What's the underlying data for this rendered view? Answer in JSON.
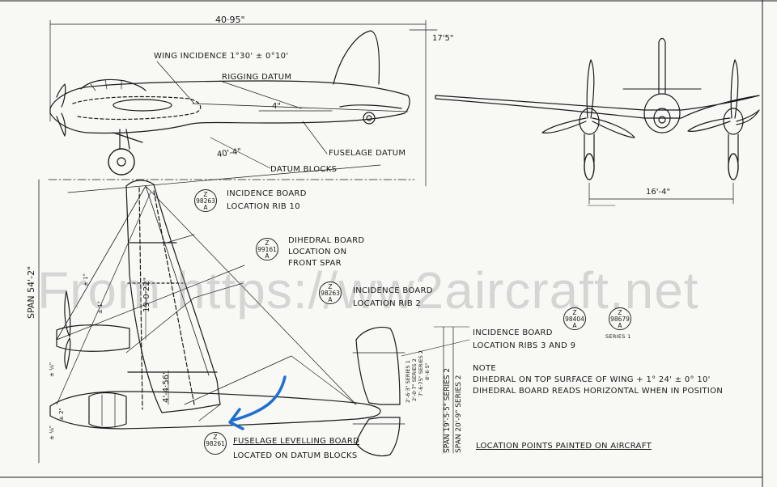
{
  "dimensions": {
    "overall_length": "40·95\"",
    "height": "17'5\"",
    "datum_length": "40'-4\"",
    "rigging_offset": "4\"",
    "track": "16'-4\"",
    "span": "SPAN 54'-2\"",
    "half_span_chord": "19-0·22\"",
    "inner_offset": "4'-4·56\"",
    "tail_span_s2": "SPAN 19'-5·5\" SERIES 2",
    "tail_span_s1": "SPAN 20'-9\" SERIES 2",
    "tail_small_1": "2'-6·3\" SERIES 1",
    "tail_small_2": "2'-0·7\" SERIES 2",
    "tail_small_3": "7'-6·75\" SERIES 2",
    "tail_small_4": "8'-6·5\"",
    "wing_root_1": "± 1°",
    "wing_root_2": "± 1°",
    "side_small_1": "± ¼\"",
    "side_small_2": "± ¼\"",
    "side_small_3": "± 2\""
  },
  "labels": {
    "wing_incidence": "WING INCIDENCE 1°30' ± 0°10'",
    "rigging_datum": "RIGGING DATUM",
    "fuselage_datum": "FUSELAGE DATUM",
    "datum_blocks": "DATUM BLOCKS",
    "incidence_rib10_l1": "INCIDENCE BOARD",
    "incidence_rib10_l2": "LOCATION RIB 10",
    "dihedral_l1": "DIHEDRAL BOARD",
    "dihedral_l2": "LOCATION ON",
    "dihedral_l3": "FRONT SPAR",
    "incidence_rib2_l1": "INCIDENCE BOARD",
    "incidence_rib2_l2": "LOCATION RIB 2",
    "incidence_ribs39_l1": "INCIDENCE BOARD",
    "incidence_ribs39_l2": "LOCATION RIBS 3 AND 9",
    "note_title": "NOTE",
    "note_l1": "DIHEDRAL ON TOP SURFACE OF WING + 1° 24' ± 0° 10'",
    "note_l2": "DIHEDRAL BOARD READS HORIZONTAL WHEN IN POSITION",
    "levelling_l1": "FUSELAGE LEVELLING BOARD",
    "levelling_l2": "LOCATED ON DATUM BLOCKS",
    "painted": "LOCATION POINTS PAINTED ON AIRCRAFT",
    "series1": "SERIES 1"
  },
  "badges": {
    "rib10": {
      "top": "Z",
      "mid": "98263",
      "bot": "A"
    },
    "dihedral": {
      "top": "Z",
      "mid": "99161",
      "bot": "A"
    },
    "rib2": {
      "top": "Z",
      "mid": "98263",
      "bot": "A"
    },
    "ribs39_a": {
      "top": "Z",
      "mid": "98404",
      "bot": "A"
    },
    "ribs39_b": {
      "top": "Z",
      "mid": "98679",
      "bot": "A"
    },
    "levelling": {
      "top": "Z",
      "mid": "98261",
      "bot": ""
    }
  },
  "watermark": "From https://ww2aircraft.net",
  "colors": {
    "ink": "#1a1a1a",
    "annotation": "#1f6fd1",
    "paper": "#f8f8f4"
  }
}
